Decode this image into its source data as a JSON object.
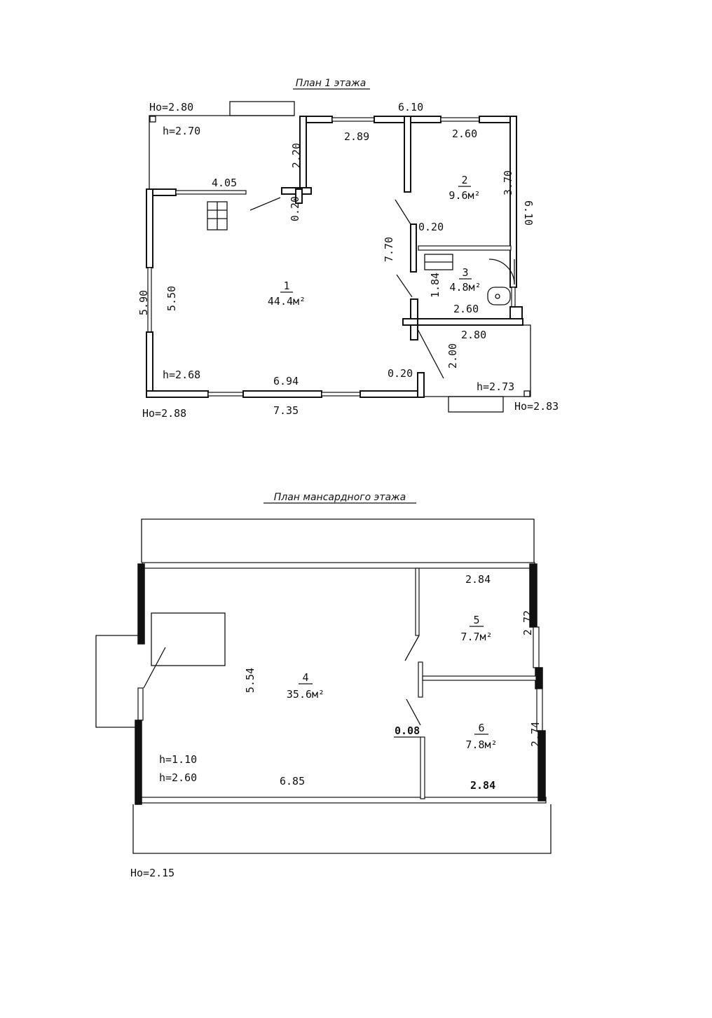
{
  "floor1": {
    "title": "План 1 этажа",
    "marks": {
      "ho_top_left": "Ho=2.80",
      "ho_bottom_left": "Ho=2.88",
      "ho_bottom_right": "Ho=2.83",
      "h_terrace": "h=2.70",
      "h_room1": "h=2.68",
      "h_porch": "h=2.73"
    },
    "dims": {
      "top_total": "6.10",
      "top_mid": "2.89",
      "top_right": "2.60",
      "terrace_height": "2.20",
      "terrace_width": "4.05",
      "wall_a": "0.20",
      "wall_b": "0.20",
      "room2_height": "3.70",
      "right_total": "6.10",
      "center_height": "7.70",
      "left_total": "5.90",
      "left_inner": "5.50",
      "bath_height": "1.84",
      "bath_width": "2.60",
      "porch_width": "2.80",
      "porch_height": "2.00",
      "wall_c": "0.20",
      "bottom_inner": "6.94",
      "bottom_total": "7.35"
    },
    "rooms": [
      {
        "number": "1",
        "area": "44.4м²"
      },
      {
        "number": "2",
        "area": "9.6м²"
      },
      {
        "number": "3",
        "area": "4.8м²"
      }
    ]
  },
  "attic": {
    "title": "План мансардного этажа",
    "marks": {
      "ho_bottom": "Ho=2.15",
      "h_low": "h=1.10",
      "h_high": "h=2.60"
    },
    "dims": {
      "room5_width": "2.84",
      "room5_height": "2.72",
      "room4_height": "5.54",
      "partition": "0.08",
      "room6_height": "2.74",
      "room4_width": "6.85",
      "room6_width": "2.84"
    },
    "rooms": [
      {
        "number": "4",
        "area": "35.6м²"
      },
      {
        "number": "5",
        "area": "7.7м²"
      },
      {
        "number": "6",
        "area": "7.8м²"
      }
    ]
  }
}
